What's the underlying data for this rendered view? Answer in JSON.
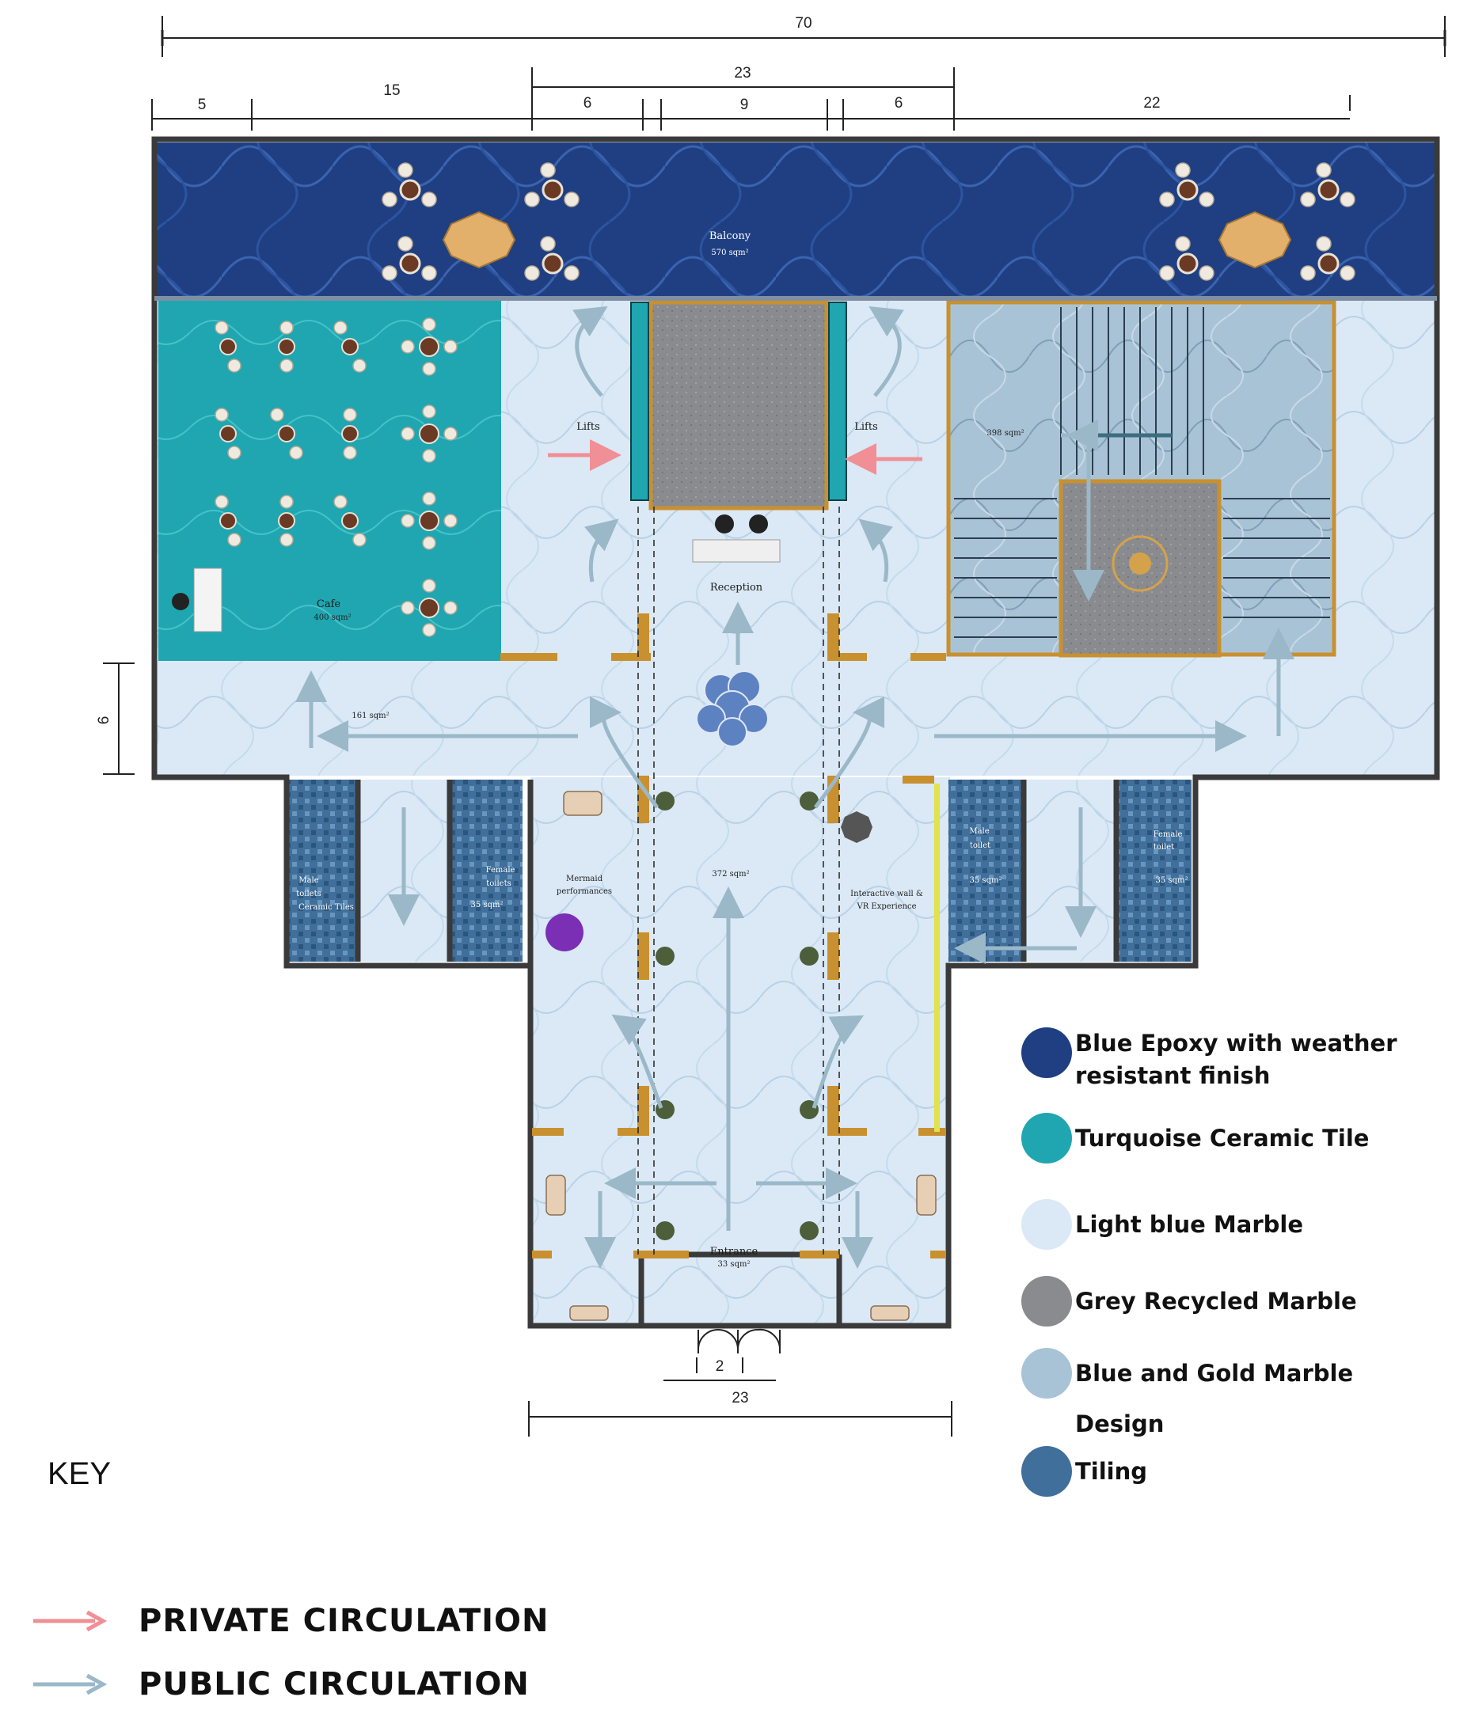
{
  "dimensions": {
    "total_width": "70",
    "d5": "5",
    "d15": "15",
    "d23_top": "23",
    "d6_left": "6",
    "d9": "9",
    "d6_right": "6",
    "d22": "22",
    "d6_vertical": "6",
    "door_width": "2",
    "d23_bottom": "23"
  },
  "rooms": {
    "balcony": {
      "name": "Balcony",
      "area": "570 sqm²"
    },
    "cafe": {
      "name": "Cafe",
      "area": "400 sqm²"
    },
    "lifts_left": "Lifts",
    "lifts_right": "Lifts",
    "hall_area": "398 sqm²",
    "reception": "Reception",
    "corridor_area": "161 sqm²",
    "main_area": "372 sqm²",
    "mermaid": [
      "Mermaid",
      "performances"
    ],
    "interactive": [
      "Interactive wall &",
      "VR Experience"
    ],
    "male_left": [
      "Male",
      "toilets",
      "Ceramic Tiles"
    ],
    "female_left": [
      "Female",
      "toilets",
      "35 sqm²"
    ],
    "male_right": [
      "Male",
      "toilet",
      "35 sqm²"
    ],
    "female_right": [
      "Female",
      "toilet",
      "35 sqm²"
    ],
    "entrance": {
      "name": "Entrance",
      "area": "33 sqm²"
    }
  },
  "legend": [
    {
      "label": "Blue Epoxy with weather resistant finish",
      "color": "#1f3f82"
    },
    {
      "label": "Turquoise Ceramic Tile",
      "color": "#1fa6b0"
    },
    {
      "label": "Light blue Marble",
      "color": "#dbe9f6"
    },
    {
      "label": "Grey Recycled Marble",
      "color": "#8a8b8f"
    },
    {
      "label": "Blue and Gold Marble Design",
      "color": "#a9c3d6"
    },
    {
      "label": "Tiling",
      "color": "#3f6f9a"
    }
  ],
  "key": {
    "title": "KEY",
    "private": {
      "label": "PRIVATE  CIRCULATION",
      "color": "#f08f95"
    },
    "public": {
      "label": "PUBLIC   CIRCULATION",
      "color": "#9ab8c8"
    }
  },
  "colors": {
    "wall": "#3a3a3a",
    "epoxy": "#1f3f82",
    "turquoise": "#1fa6b0",
    "marble": "#dbe9f6",
    "grey": "#8a8b8f",
    "gold": "#c9902f",
    "tiling": "#3f6f9a"
  }
}
